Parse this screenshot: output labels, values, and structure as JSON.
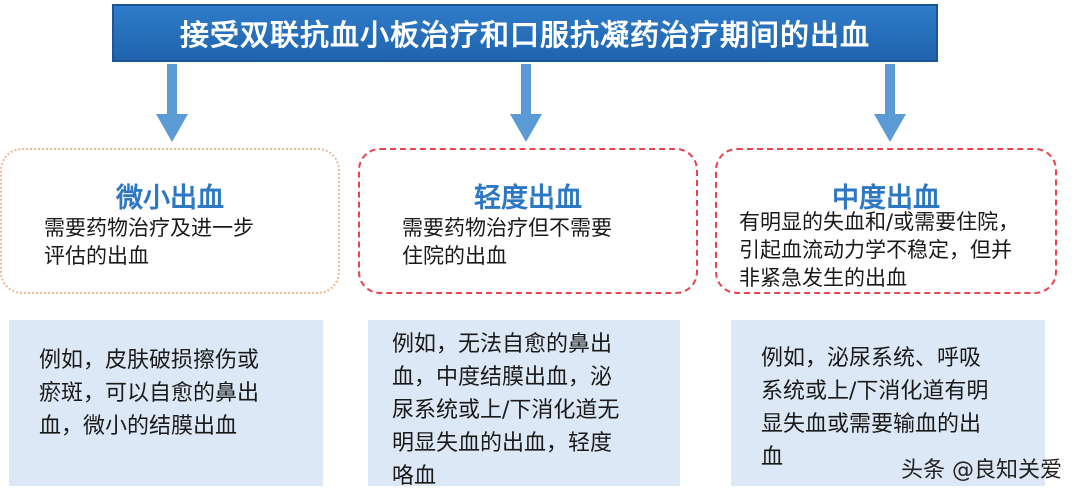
{
  "title": "接受双联抗血小板治疗和口服抗凝药治疗期间的出血",
  "columns": [
    {
      "heading": "微小出血",
      "description_lines": [
        "需要药物治疗及进一步",
        "评估的出血"
      ],
      "example_lines": [
        "例如，皮肤破损擦伤或",
        "瘀斑，可以自愈的鼻出",
        "血，微小的结膜出血"
      ]
    },
    {
      "heading": "轻度出血",
      "description_lines": [
        "需要药物治疗但不需要",
        "住院的出血"
      ],
      "example_lines": [
        "例如，无法自愈的鼻出",
        "血，中度结膜出血，泌",
        "尿系统或上/下消化道无",
        "明显失血的出血，轻度",
        "咯血"
      ]
    },
    {
      "heading": "中度出血",
      "description_lines": [
        "有明显的失血和/或需要住院，",
        "引起血流动力学不稳定，但并",
        "非紧急发生的出血"
      ],
      "example_lines": [
        "例如，泌尿系统、呼吸",
        "系统或上/下消化道有明",
        "显失血或需要输血的出",
        "血"
      ]
    }
  ],
  "watermark": "头条 @良知关爱",
  "colors": {
    "title_bg": "#2472c0",
    "arrow": "#5b9bd5",
    "heading": "#2e77c2",
    "mild_border": "#f2b795",
    "dashed_border": "#e8434f",
    "example_bg": "#dce8f5"
  }
}
